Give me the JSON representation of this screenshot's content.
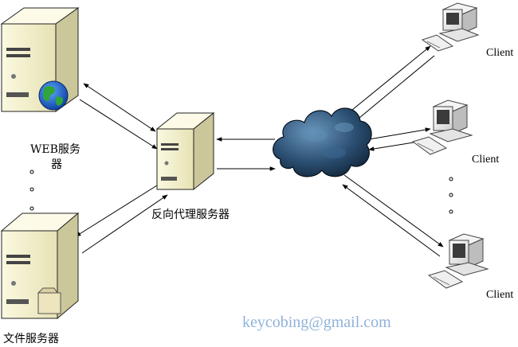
{
  "labels": {
    "web_server_line1": "WEB服务",
    "web_server_line2": "器",
    "file_server": "文件服务器",
    "proxy_server": "反向代理服务器",
    "client_1": "Client",
    "client_2": "Client",
    "client_3": "Client",
    "watermark": "keycobing@gmail.com"
  },
  "colors": {
    "server_body": "#f1efc9",
    "server_shadow": "#cbc79a",
    "cloud_dark": "#0e2236",
    "cloud_light": "#4f7fa6",
    "watermark": "#8fb2d9"
  },
  "icons": {
    "globe": "globe-icon",
    "folder": "folder-icon",
    "cloud": "internet-cloud-icon"
  }
}
